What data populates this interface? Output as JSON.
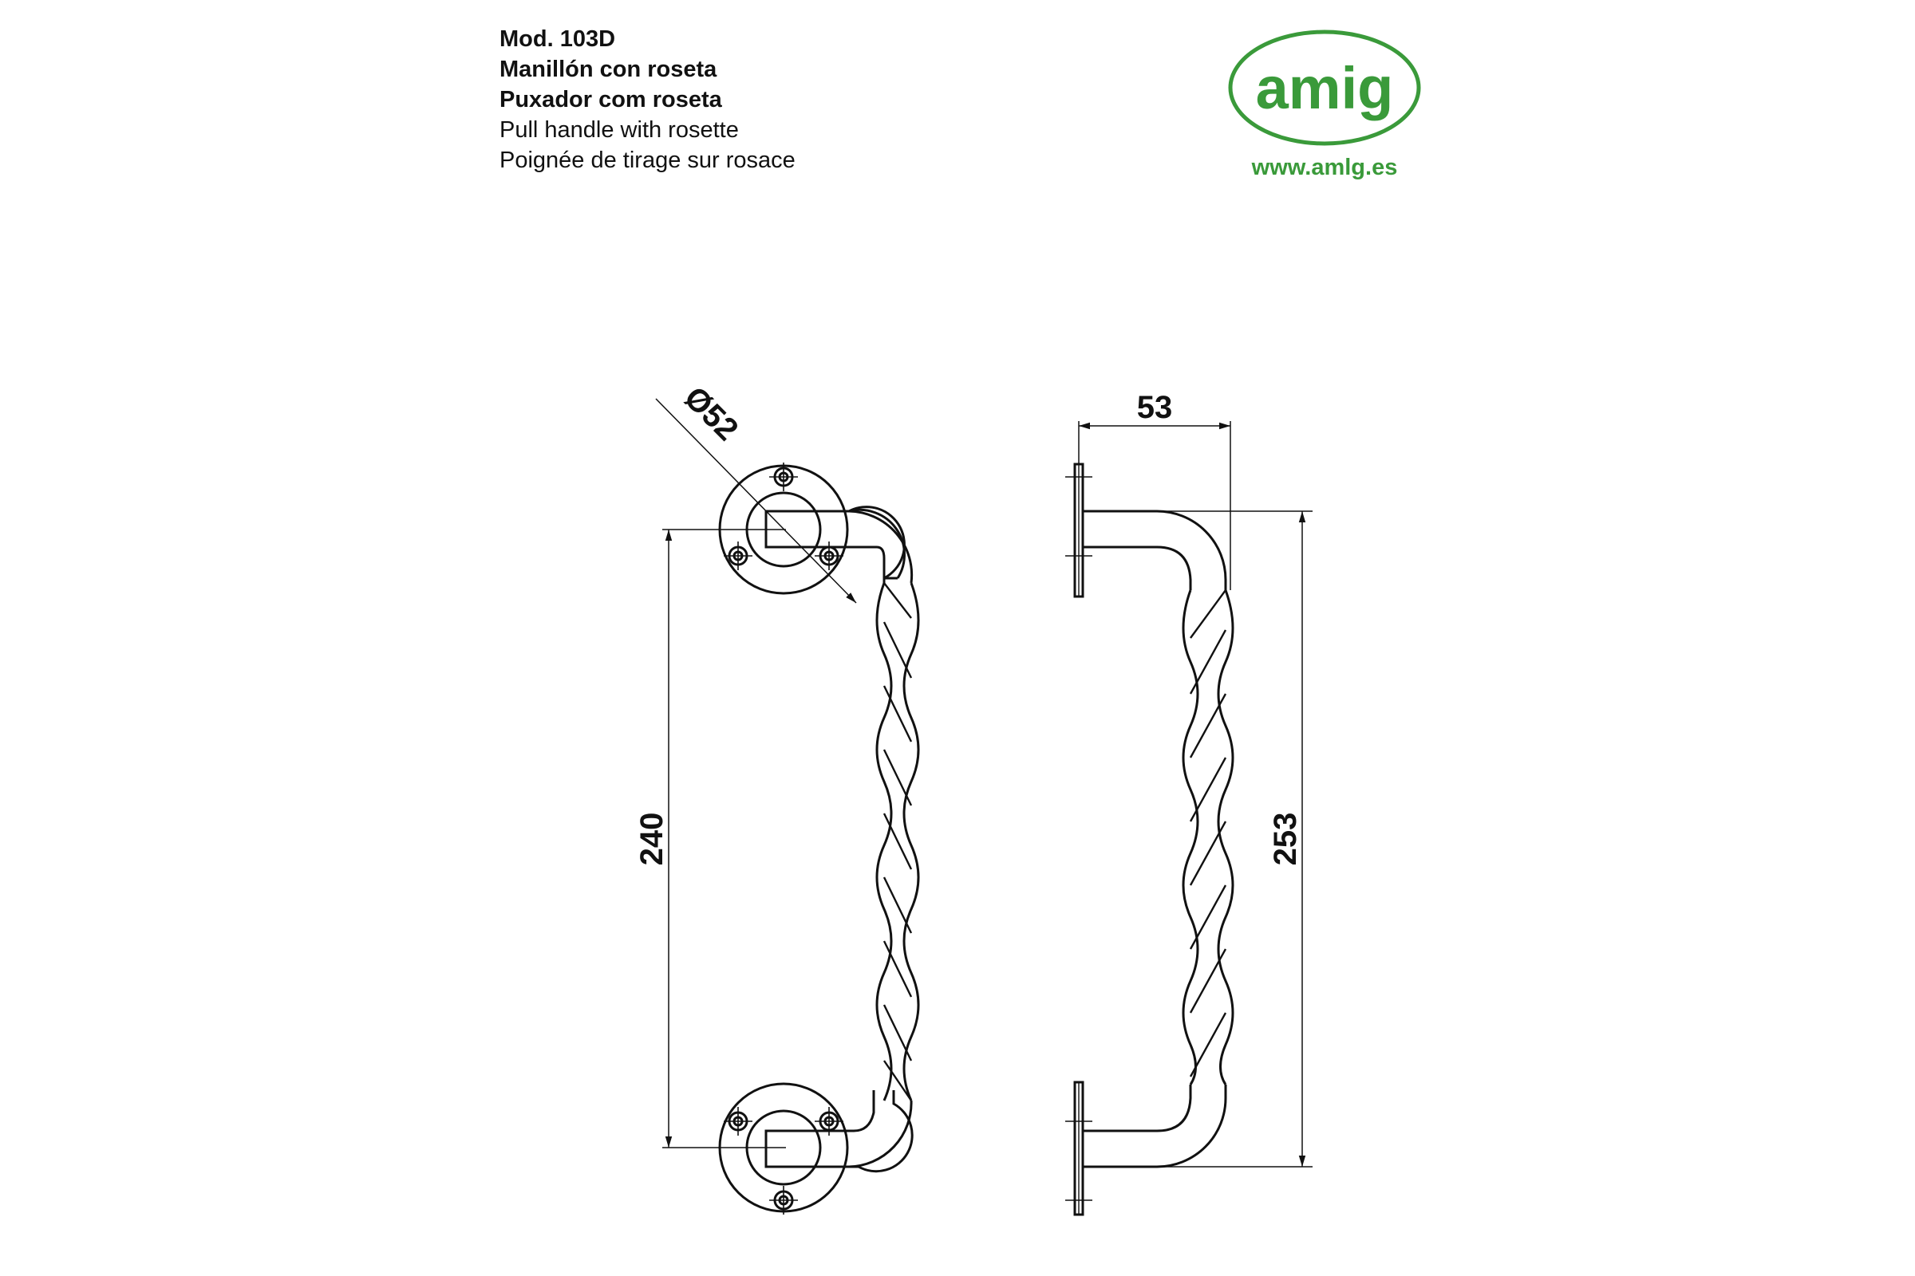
{
  "header": {
    "model": "Mod. 103D",
    "name_es": "Manillón con roseta",
    "name_pt": "Puxador com roseta",
    "name_en": "Pull handle with rosette",
    "name_fr": "Poignée de tirage sur rosace"
  },
  "logo": {
    "text": "amig",
    "url": "www.amlg.es",
    "color": "#3a9a3a"
  },
  "dimensions": {
    "rosette_diameter": "Ø52",
    "center_distance": "240",
    "projection": "53",
    "overall_length": "253"
  },
  "colors": {
    "line": "#111111",
    "brand_green": "#3a9a3a"
  }
}
